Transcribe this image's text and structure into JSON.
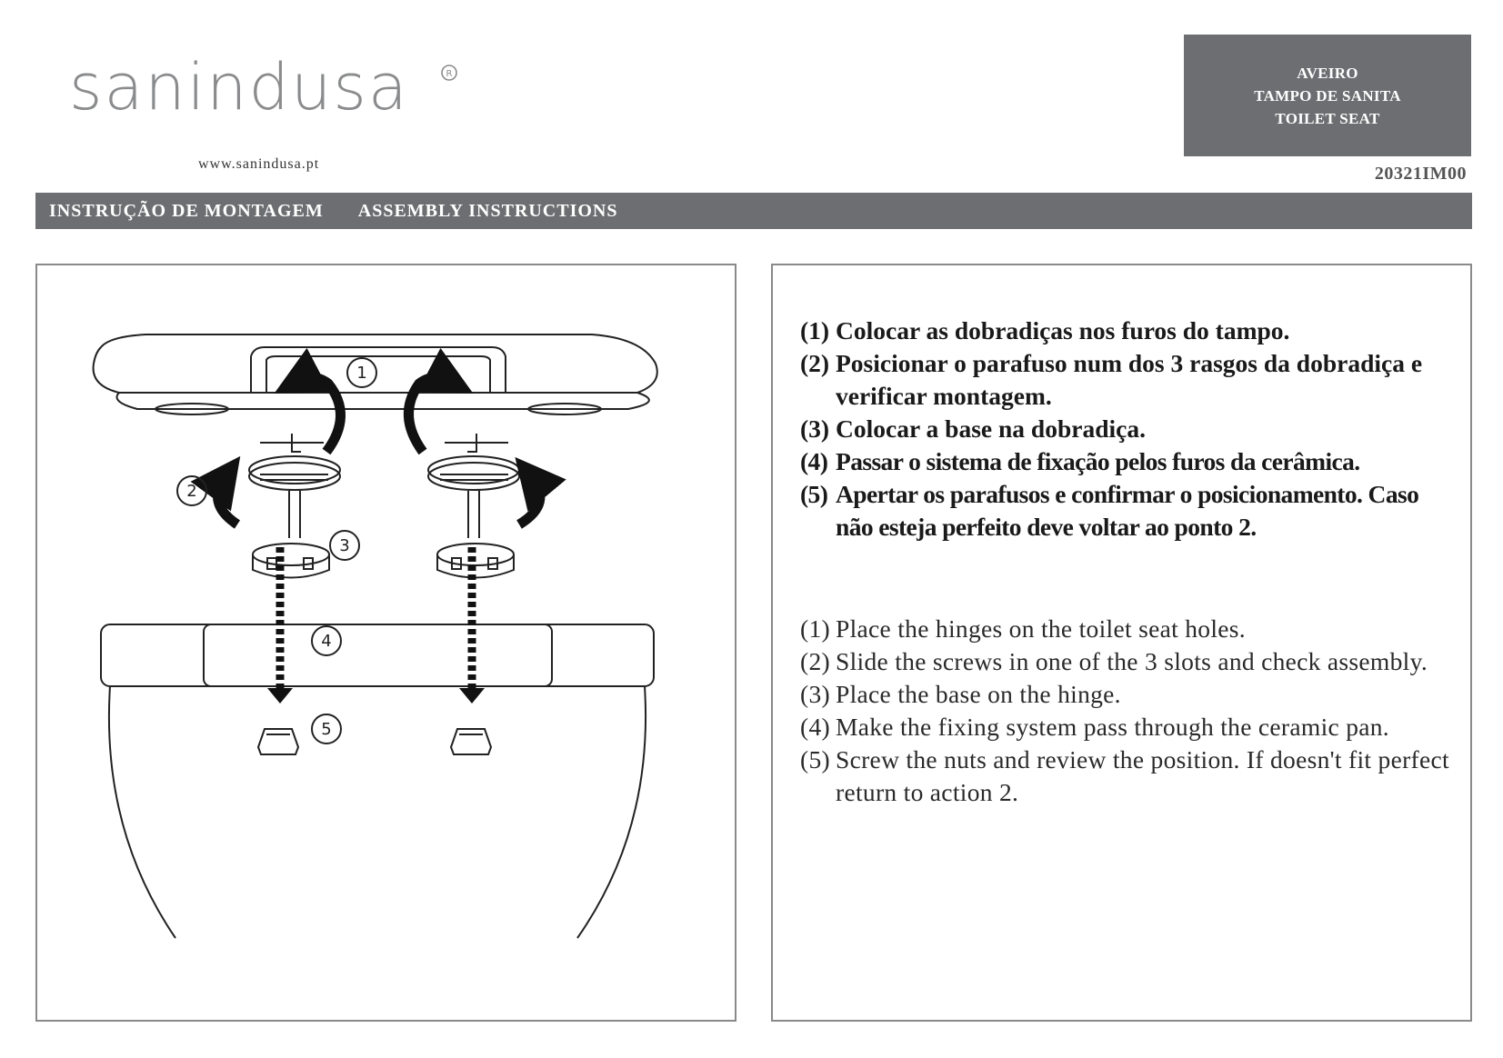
{
  "brand": {
    "logo_text": "sanindusa",
    "website": "www.sanindusa.pt"
  },
  "product": {
    "line1": "AVEIRO",
    "line2": "TAMPO DE SANITA",
    "line3": "TOILET SEAT"
  },
  "doc_code": "20321IM00",
  "title_bar": {
    "pt": "INSTRUÇÃO DE MONTAGEM",
    "en": "ASSEMBLY INSTRUCTIONS"
  },
  "diagram": {
    "callouts": [
      "1",
      "2",
      "3",
      "4",
      "5"
    ]
  },
  "instructions_pt": [
    {
      "num": "(1)",
      "text": "Colocar as dobradiças nos furos do tampo."
    },
    {
      "num": "(2)",
      "text": "Posicionar o parafuso num dos 3 rasgos da dobradiça e verificar montagem."
    },
    {
      "num": "(3)",
      "text": "Colocar a base na dobradiça."
    },
    {
      "num": "(4)",
      "text": "Passar o sistema de fixação pelos furos da cerâmica."
    },
    {
      "num": "(5)",
      "text": "Apertar os parafusos e confirmar o posicionamento. Caso não esteja perfeito deve voltar ao ponto 2."
    }
  ],
  "instructions_en": [
    {
      "num": "(1)",
      "text": "Place the hinges on the toilet seat holes."
    },
    {
      "num": "(2)",
      "text": "Slide the screws in one of the 3 slots and check assembly."
    },
    {
      "num": "(3)",
      "text": "Place the base on the hinge."
    },
    {
      "num": "(4)",
      "text": "Make the fixing system pass through the ceramic pan."
    },
    {
      "num": "(5)",
      "text": "Screw the nuts and review the position. If doesn't fit perfect return to action 2."
    }
  ]
}
